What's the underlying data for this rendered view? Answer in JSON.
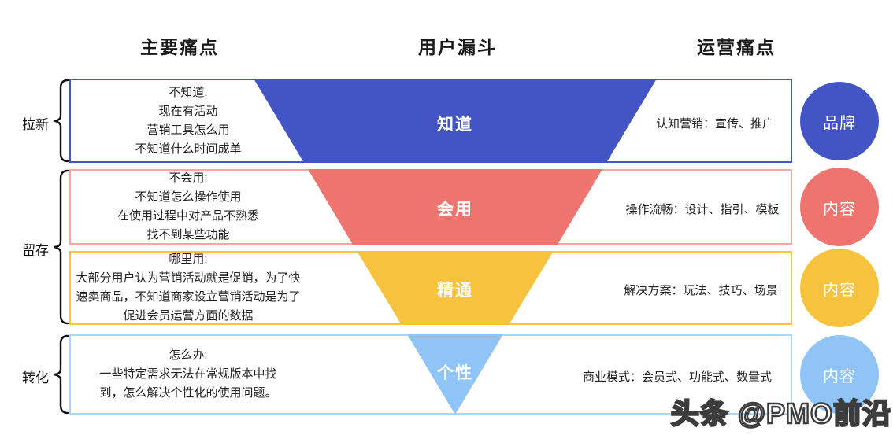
{
  "headers": {
    "main_pain": "主要痛点",
    "funnel": "用户漏斗",
    "ops_pain": "运营痛点"
  },
  "stage_groups": [
    {
      "label": "拉新"
    },
    {
      "label": "留存"
    },
    {
      "label": "转化"
    }
  ],
  "rows": [
    {
      "pain_lines": [
        "不知道:",
        "现在有活动",
        "营销工具怎么用",
        "不知道什么时间成单"
      ],
      "funnel_label": "知道",
      "ops_text": "认知营销：宣传、推广",
      "circle_label": "品牌",
      "colors": {
        "funnel": "#4355c4",
        "border": "#4355c4",
        "circle": "#4355c4"
      }
    },
    {
      "pain_lines": [
        "不会用:",
        "不知道怎么操作使用",
        "在使用过程中对产品不熟悉",
        "找不到某些功能"
      ],
      "funnel_label": "会用",
      "ops_text": "操作流畅：设计、指引、模板",
      "circle_label": "内容",
      "colors": {
        "funnel": "#ee7470",
        "border": "#f4a7a3",
        "circle": "#ee7470"
      }
    },
    {
      "pain_lines": [
        "哪里用:",
        "大部分用户认为营销活动就是促销，为了快",
        "速卖商品，不知道商家设立营销活动是为了",
        "促进会员运营方面的数据"
      ],
      "funnel_label": "精通",
      "ops_text": "解决方案：玩法、技巧、场景",
      "circle_label": "内容",
      "colors": {
        "funnel": "#f7c23d",
        "border": "#fbc53b",
        "circle": "#f7c33e"
      }
    },
    {
      "pain_lines": [
        "怎么办:",
        "一些特定需求无法在常规版本中找",
        "到，怎么解决个性化的使用问题。"
      ],
      "funnel_label": "个性",
      "ops_text": "商业模式：会员式、功能式、数量式",
      "circle_label": "内容",
      "colors": {
        "funnel": "#90c4f6",
        "border": "#abd6f8",
        "circle": "#90c4f6"
      }
    }
  ],
  "watermark": "头条 @PMO前沿"
}
